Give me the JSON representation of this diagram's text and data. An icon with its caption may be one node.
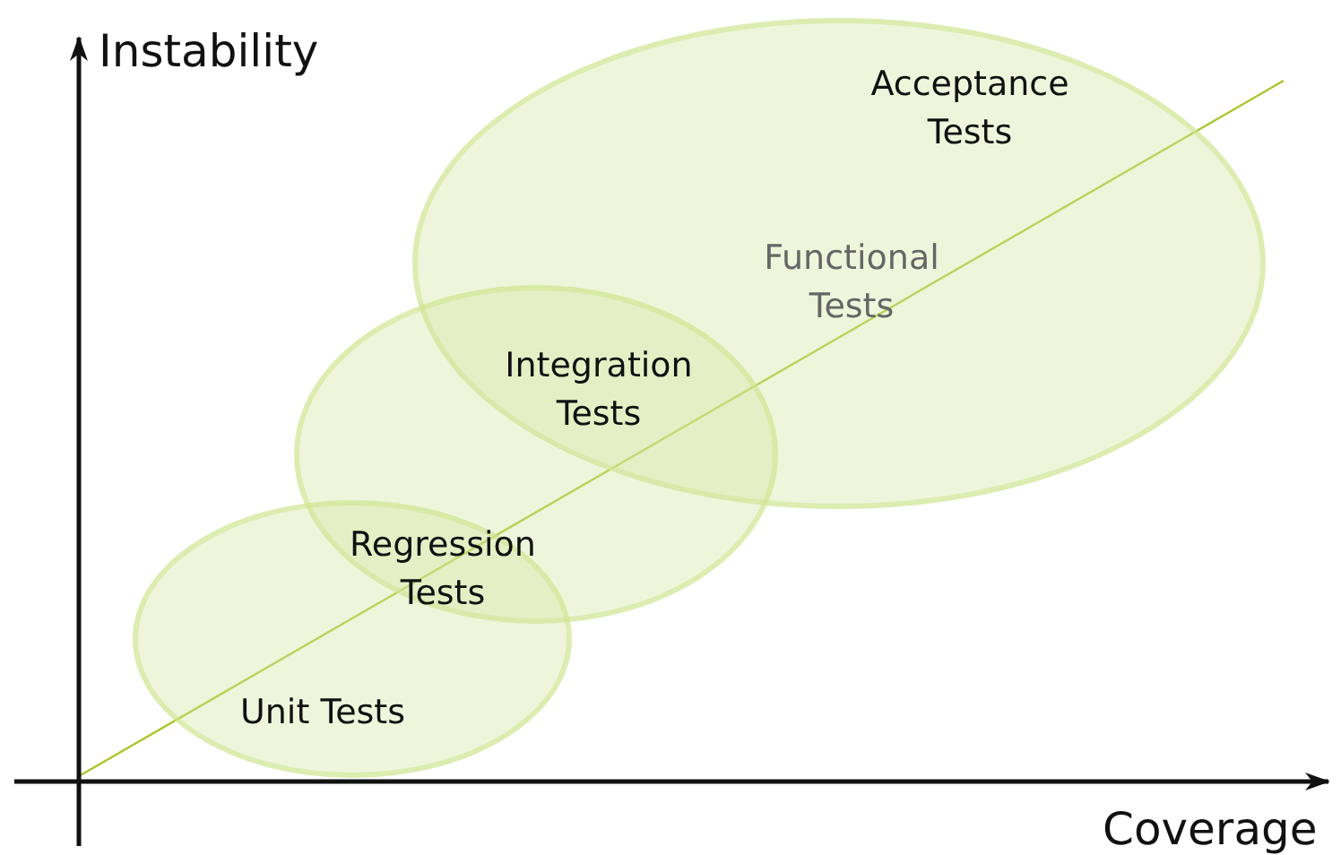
{
  "diagram": {
    "nodes": [
      {
        "text": [
          "Acceptance Tests",
          "Functional Tests"
        ]
      },
      {
        "text": [
          "Integration Tests"
        ]
      },
      {
        "text": [
          "Regression Tests",
          "Unit Tests"
        ]
      }
    ],
    "labels": [
      "Instability",
      "Coverage"
    ]
  }
}
